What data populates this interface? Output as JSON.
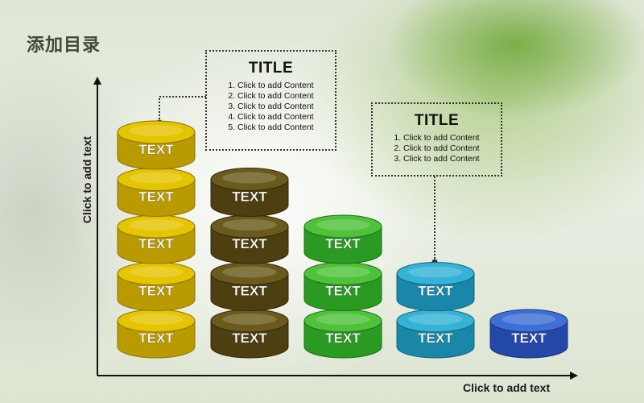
{
  "heading": "添加目录",
  "y_axis_label": "Click to add text",
  "x_axis_label": "Click to add text",
  "columns": [
    {
      "name": "column-1",
      "disks": [
        "TEXT",
        "TEXT",
        "TEXT",
        "TEXT",
        "TEXT"
      ],
      "colors": {
        "top": "#e5c400",
        "side": "#b99a00",
        "edge": "#8d7400"
      }
    },
    {
      "name": "column-2",
      "disks": [
        "TEXT",
        "TEXT",
        "TEXT",
        "TEXT"
      ],
      "colors": {
        "top": "#6b5a1c",
        "side": "#4d3f10",
        "edge": "#33290a"
      }
    },
    {
      "name": "column-3",
      "disks": [
        "TEXT",
        "TEXT",
        "TEXT"
      ],
      "colors": {
        "top": "#4fc23a",
        "side": "#2b9a22",
        "edge": "#1d7016"
      }
    },
    {
      "name": "column-4",
      "disks": [
        "TEXT",
        "TEXT"
      ],
      "colors": {
        "top": "#35b3d6",
        "side": "#1a87a8",
        "edge": "#126480"
      }
    },
    {
      "name": "column-5",
      "disks": [
        "TEXT"
      ],
      "colors": {
        "top": "#3e6fd4",
        "side": "#2448a8",
        "edge": "#1a3580"
      }
    }
  ],
  "callouts": [
    {
      "title": "TITLE",
      "items": [
        "1. Click to add Content",
        "2. Click to add Content",
        "3. Click to add Content",
        "4. Click to add Content",
        "5. Click to add Content"
      ]
    },
    {
      "title": "TITLE",
      "items": [
        "1. Click to add Content",
        "2. Click to add Content",
        "3. Click to add Content"
      ]
    }
  ]
}
